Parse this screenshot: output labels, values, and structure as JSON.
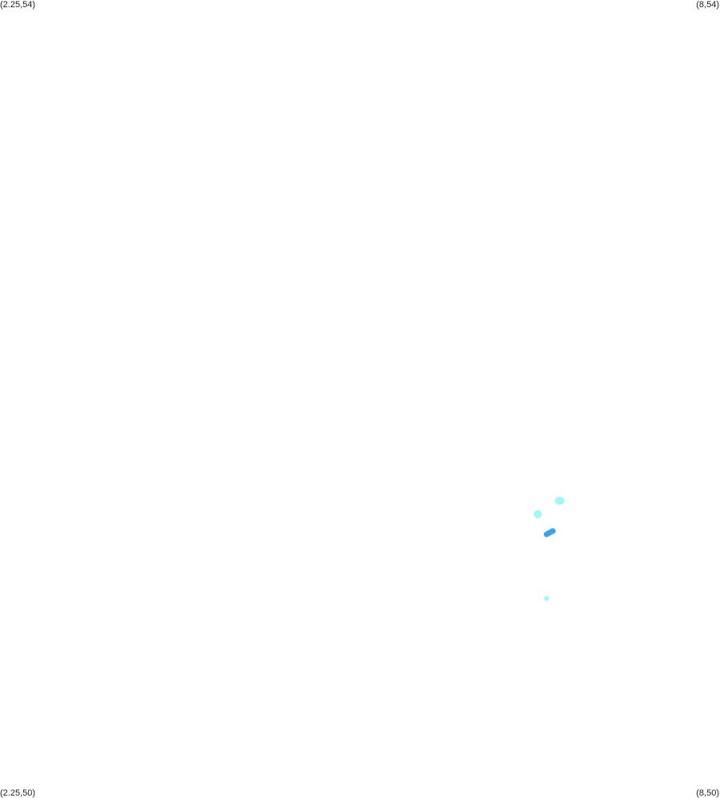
{
  "corners": {
    "top_left": "(2.25,54)",
    "top_right": "(8,54)",
    "bottom_left": "(2.25,50)",
    "bottom_right": "(8,50)"
  },
  "extent": {
    "lon_min": 2.25,
    "lon_max": 8,
    "lat_min": 50,
    "lat_max": 54
  },
  "features": [
    {
      "id": "islet-1",
      "lon": 6.72,
      "lat": 51.49,
      "color": "#9ff7fb"
    },
    {
      "id": "islet-2",
      "lon": 6.545,
      "lat": 51.422,
      "color": "#9ff7fb"
    },
    {
      "id": "lake-1",
      "lon": 6.64,
      "lat": 51.33,
      "color": "#3aa3ee"
    },
    {
      "id": "islet-3",
      "lon": 6.615,
      "lat": 51.0,
      "color": "#9ff7fb"
    }
  ]
}
